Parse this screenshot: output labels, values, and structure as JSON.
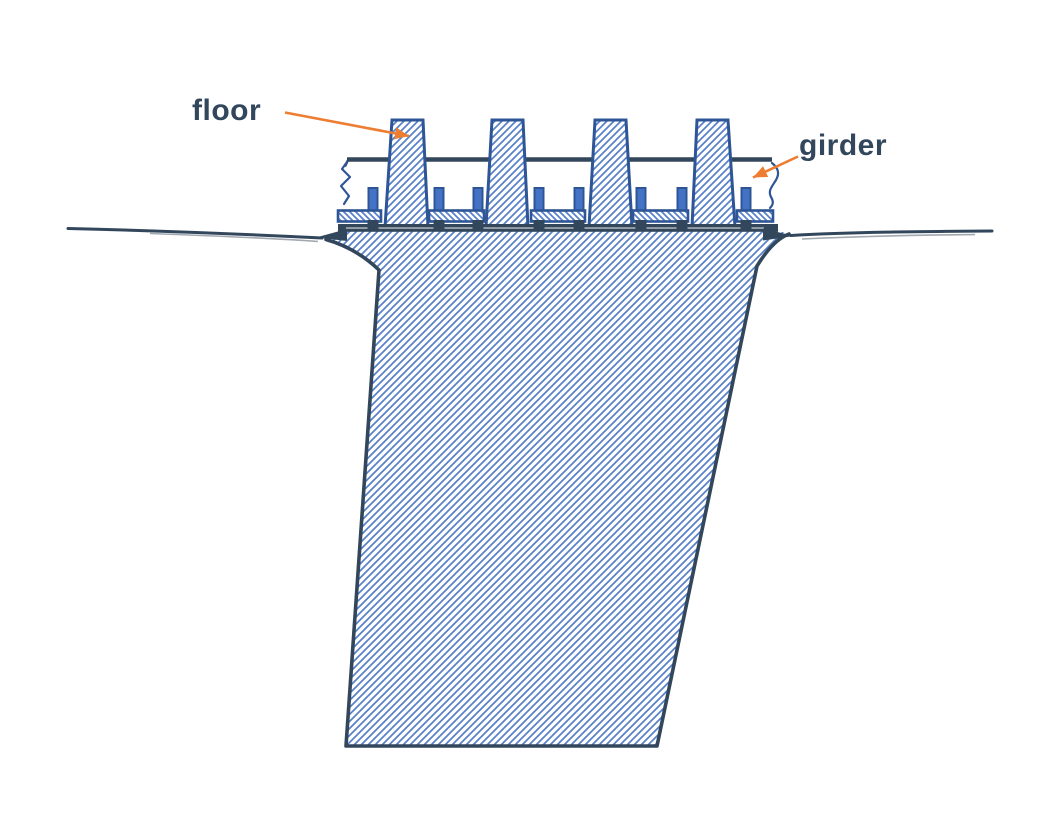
{
  "diagram": {
    "type": "engineering-cross-section",
    "subject": "bridge pier with girder and floor beams",
    "labels": {
      "floor": "floor",
      "girder": "girder"
    },
    "colors": {
      "outline_navy": "#33475C",
      "member_blue": "#2E5596",
      "hatch_blue": "#4472C4",
      "stud_blue": "#4472C4",
      "accent_orange": "#ED7D31",
      "gray_line": "#A3A9B0",
      "background": "#FFFFFF"
    },
    "components": {
      "floor_beam_count": 4,
      "bearing_plate_count": 5,
      "shear_stud_count": 8,
      "break_line_count": 2,
      "callout_arrow_count": 2
    }
  }
}
